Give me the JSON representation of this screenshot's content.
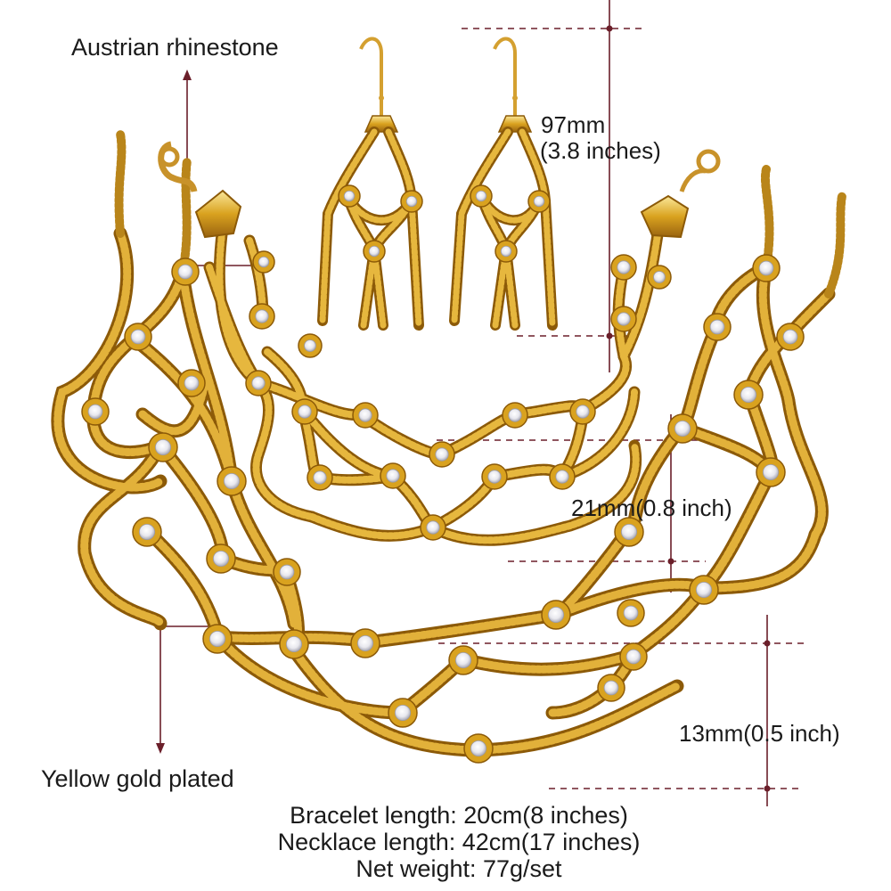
{
  "colors": {
    "gold_light": "#f7dd7a",
    "gold_mid": "#d9a21f",
    "gold_dark": "#8c5a08",
    "stone": "#f4f4f8",
    "guide_line": "#6b1f2a",
    "text": "#1a1a1a",
    "background": "#ffffff"
  },
  "callouts": {
    "rhinestone": "Austrian rhinestone",
    "plating": "Yellow gold plated"
  },
  "dimensions": {
    "earring_length": "97mm",
    "earring_length_inches": "(3.8 inches)",
    "bracelet_width": "21mm(0.8 inch)",
    "necklace_width": "13mm(0.5 inch)"
  },
  "specs": {
    "bracelet_length": "Bracelet length: 20cm(8 inches)",
    "necklace_length": "Necklace length: 42cm(17 inches)",
    "net_weight": "Net weight: 77g/set"
  }
}
